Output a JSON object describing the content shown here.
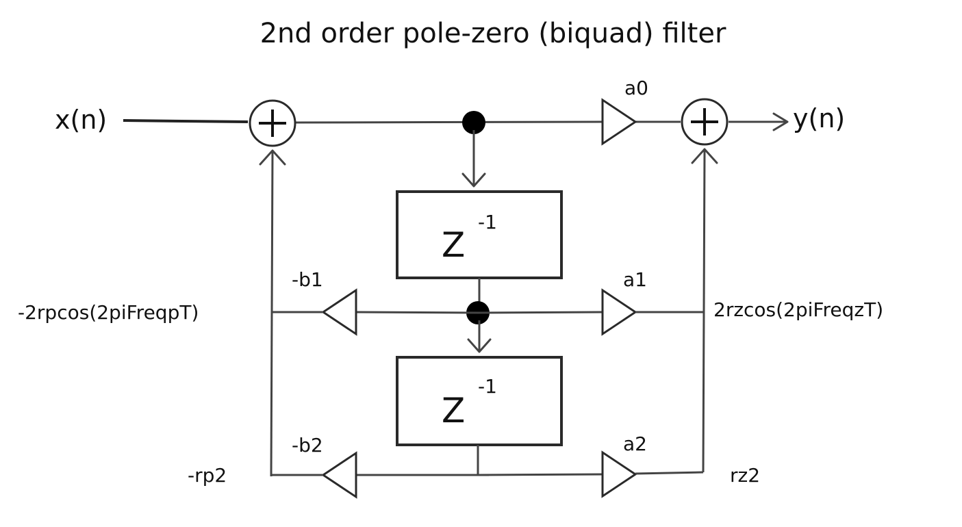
{
  "title": "2nd order pole-zero (biquad) filter",
  "input_label": "x(n)",
  "output_label": "y(n)",
  "delay_blocks": [
    {
      "base": "Z",
      "exponent": "-1"
    },
    {
      "base": "Z",
      "exponent": "-1"
    }
  ],
  "gains": {
    "a0": "a0",
    "a1": "a1",
    "a2": "a2",
    "b1": "-b1",
    "b2": "-b2"
  },
  "side_labels": {
    "feedback_1": "-2rpcos(2piFreqpT)",
    "feedforward_1": "2rzcos(2piFreqzT)",
    "feedback_2": "-rp2",
    "feedforward_2": "rz2"
  },
  "summer_symbol": "+"
}
